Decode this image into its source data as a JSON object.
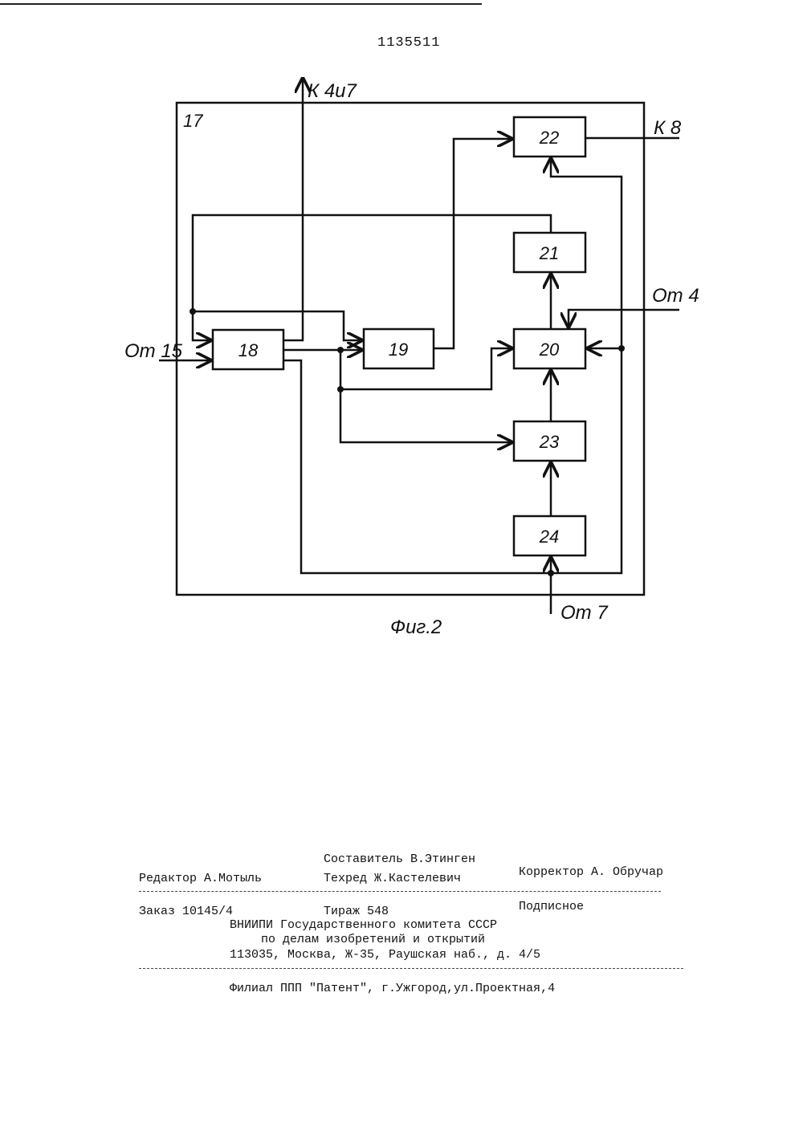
{
  "header": {
    "patent_number": "1135511"
  },
  "diagram": {
    "outer_block": "17",
    "blocks": {
      "b18": "18",
      "b19": "19",
      "b20": "20",
      "b21": "21",
      "b22": "22",
      "b23": "23",
      "b24": "24"
    },
    "io": {
      "to_4_7": "К 4и7",
      "to_8": "К 8",
      "from_4": "От 4",
      "from_15": "От 15",
      "from_7": "От 7"
    },
    "caption": "Фиг.2"
  },
  "colophon": {
    "composer": "Составитель В.Этинген",
    "editor": "Редактор А.Мотыль",
    "techred": "Техред Ж.Кастелевич",
    "corrector": "Корректор А. Обручар",
    "order": "Заказ 10145/4",
    "circulation": "Тираж 548",
    "subscription": "Подписное",
    "institute": "ВНИИПИ Государственного комитета СССР",
    "institute_line2": "по делам изобретений и открытий",
    "address": "113035, Москва, Ж-35, Раушская наб., д. 4/5",
    "branch": "Филиал ППП \"Патент\", г.Ужгород,ул.Проектная,4"
  }
}
